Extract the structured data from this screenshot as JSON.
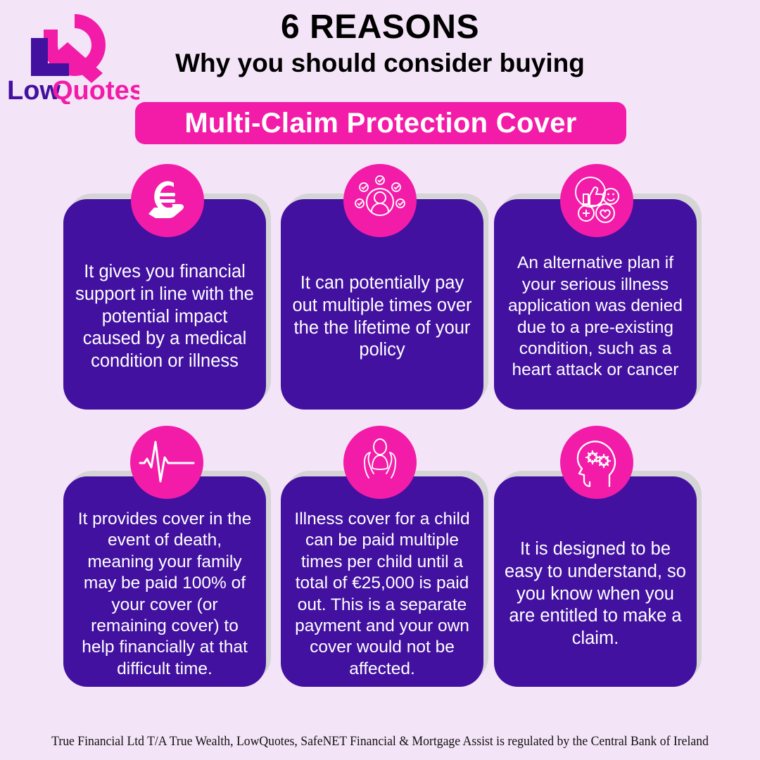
{
  "brand": {
    "name": "LowQuotes",
    "name_part_low": "Low",
    "name_part_quotes": "Quotes",
    "logo_purple": "#4211A0",
    "logo_pink": "#F21CA8"
  },
  "colors": {
    "background": "#F4E4F7",
    "card_purple": "#4211A0",
    "accent_pink": "#F21CA8",
    "shadow_grey": "#D5D5D5",
    "text_white": "#FFFFFF",
    "text_black": "#000000"
  },
  "header": {
    "title_main": "6 REASONS",
    "title_sub": "Why you should consider buying",
    "badge_text": "Multi-Claim Protection Cover"
  },
  "cards": [
    {
      "id": 1,
      "icon": "euro-in-hand-icon",
      "text": "It gives you financial support in line with the potential impact caused by a medical condition or illness"
    },
    {
      "id": 2,
      "icon": "person-with-checkmarks-icon",
      "text": "It can potentially pay out multiple times over the the lifetime of your policy"
    },
    {
      "id": 3,
      "icon": "thumbs-up-health-icon",
      "text": "An alternative plan if your serious illness application was denied due to a pre-existing condition, such as a heart attack or cancer"
    },
    {
      "id": 4,
      "icon": "heartbeat-pulse-icon",
      "text": "It provides cover in the event of death, meaning your family may be paid 100% of your cover (or remaining cover) to help financially at that difficult time."
    },
    {
      "id": 5,
      "icon": "hands-holding-child-icon",
      "text": "Illness cover for a child can be paid multiple times per child until a total of €25,000 is paid out. This is a separate payment and your own cover would not be affected."
    },
    {
      "id": 6,
      "icon": "head-with-gears-icon",
      "text": "It is designed to be easy to understand, so you know when you are entitled to make a claim."
    }
  ],
  "footer": {
    "disclaimer": "True Financial Ltd T/A True Wealth, LowQuotes, SafeNET Financial & Mortgage Assist is regulated by the Central Bank of Ireland"
  }
}
